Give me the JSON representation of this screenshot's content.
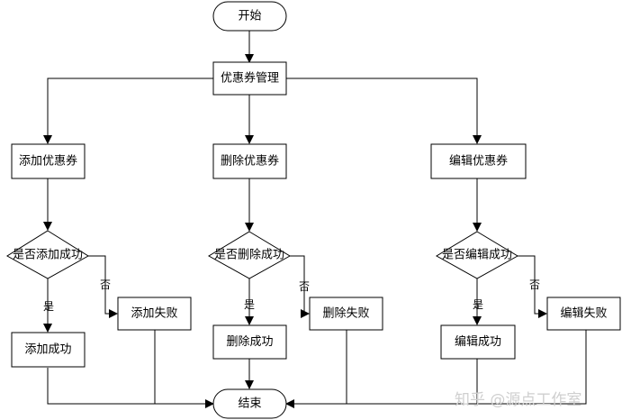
{
  "nodes": {
    "start": "开始",
    "manage": "优惠券管理",
    "add": "添加优惠券",
    "delete": "删除优惠券",
    "edit": "编辑优惠券",
    "add_check": "是否添加成功",
    "delete_check": "是否删除成功",
    "edit_check": "是否编辑成功",
    "add_ok": "添加成功",
    "add_fail": "添加失败",
    "delete_ok": "删除成功",
    "delete_fail": "删除失败",
    "edit_ok": "编辑成功",
    "edit_fail": "编辑失败",
    "end": "结束"
  },
  "branch_labels": {
    "yes": "是",
    "no": "否"
  },
  "watermark": "知乎 @源点工作室"
}
